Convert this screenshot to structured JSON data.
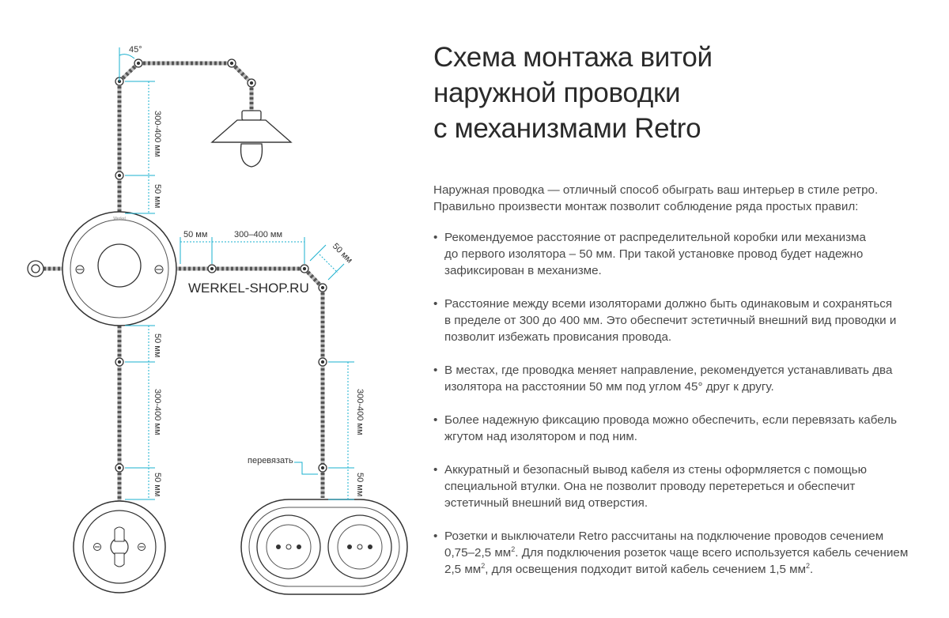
{
  "diagram": {
    "angle_label": "45°",
    "watermark": "WERKEL-SHOP.RU",
    "dim_300_400": "300-400 мм",
    "dim_300_400_h": "300–400 мм",
    "dim_50": "50 мм",
    "tie_label": "перевязать",
    "brand_mark": "Werkel"
  },
  "title_lines": [
    "Схема монтажа витой",
    "наружной проводки",
    "с механизмами Retro"
  ],
  "intro_lines": [
    "Наружная проводка — отличный способ обыграть ваш интерьер в стиле ретро.",
    "Правильно произвести монтаж позволит соблюдение ряда простых правил:"
  ],
  "rules": [
    {
      "lines": [
        "Рекомендуемое расстояние от распределительной коробки или механизма",
        "до первого изолятора – 50 мм. При такой установке провод будет надежно",
        "зафиксирован в механизме."
      ]
    },
    {
      "lines": [
        "Расстояние между всеми изоляторами должно быть одинаковым и сохраняться",
        "в пределе от 300 до 400 мм. Это обеспечит эстетичный внешний вид проводки и",
        "позволит избежать провисания провода."
      ]
    },
    {
      "lines": [
        "В местах, где проводка меняет направление, рекомендуется устанавливать два",
        "изолятора на расстоянии 50 мм под углом 45° друг к другу."
      ]
    },
    {
      "lines": [
        "Более надежную фиксацию провода можно обеспечить, если перевязать кабель",
        "жгутом над изолятором и под ним."
      ]
    },
    {
      "lines": [
        "Аккуратный и безопасный вывод кабеля из стены оформляется с помощью",
        "специальной втулки. Она не позволит проводу перетереться и обеспечит",
        "эстетичный внешний вид отверстия."
      ]
    }
  ],
  "last_rule": {
    "l1": "Розетки и выключатели Retro рассчитаны на подключение проводов сечением",
    "l2a": "0,75–2,5 мм",
    "sup": "2",
    "l2b": ". Для подключения розеток чаще всего используется кабель сечением",
    "l3a": "2,5 мм",
    "l3b": ", для освещения подходит витой кабель сечением 1,5 мм",
    "l3c": "."
  }
}
